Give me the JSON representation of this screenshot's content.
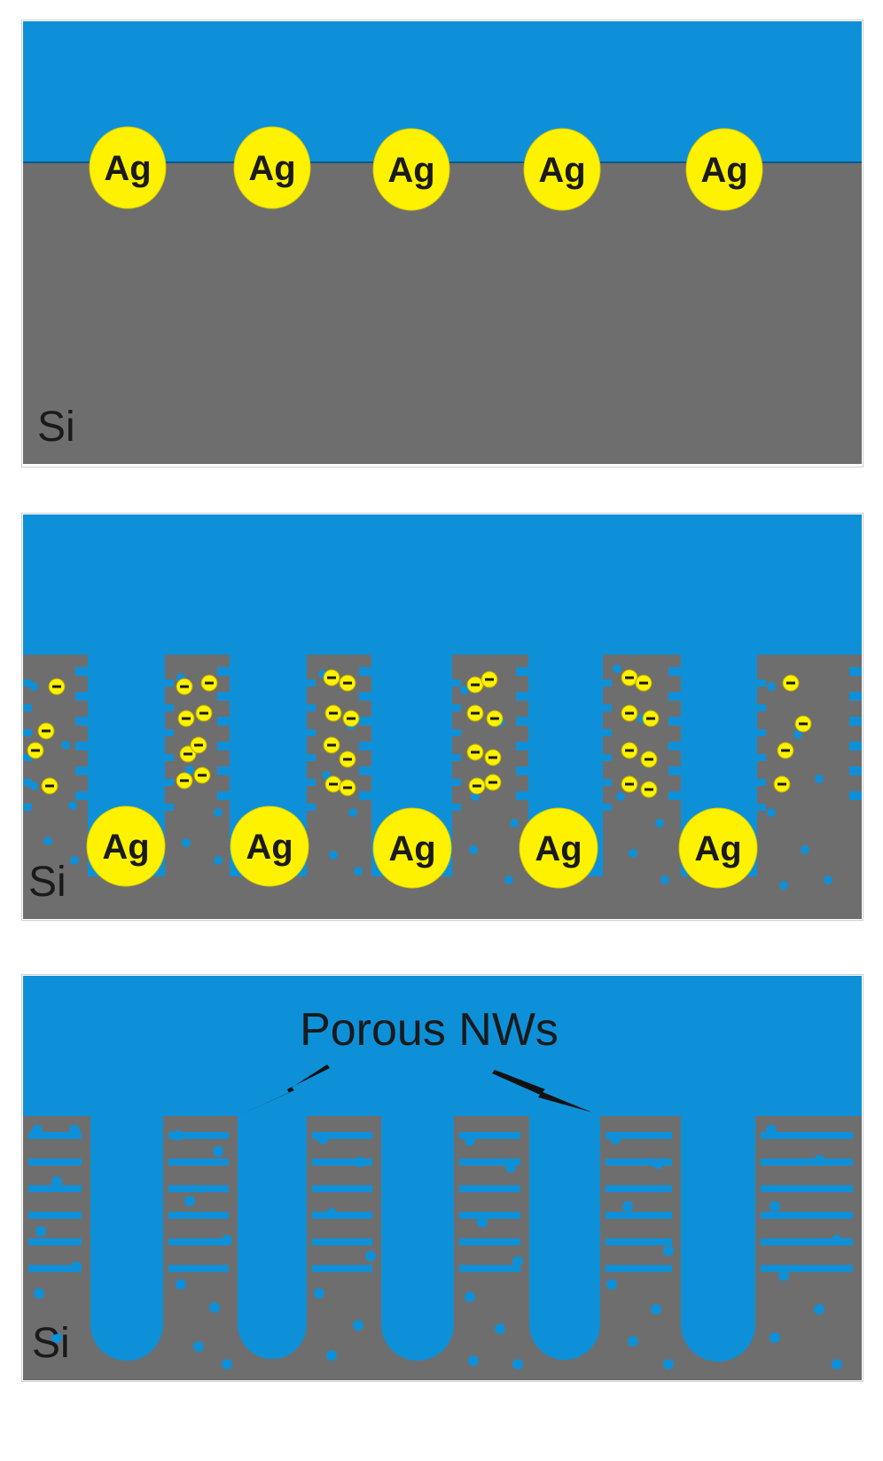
{
  "labels": {
    "silver": "Ag",
    "silicon": "Si",
    "porous_nws": "Porous NWs",
    "charge_sign": "⊖"
  },
  "colors": {
    "solution": "#0e90d8",
    "silicon": "#6e6e6e",
    "silver": "#fff200",
    "pore": "#0e90d8",
    "outline": "#c8c8c8"
  }
}
